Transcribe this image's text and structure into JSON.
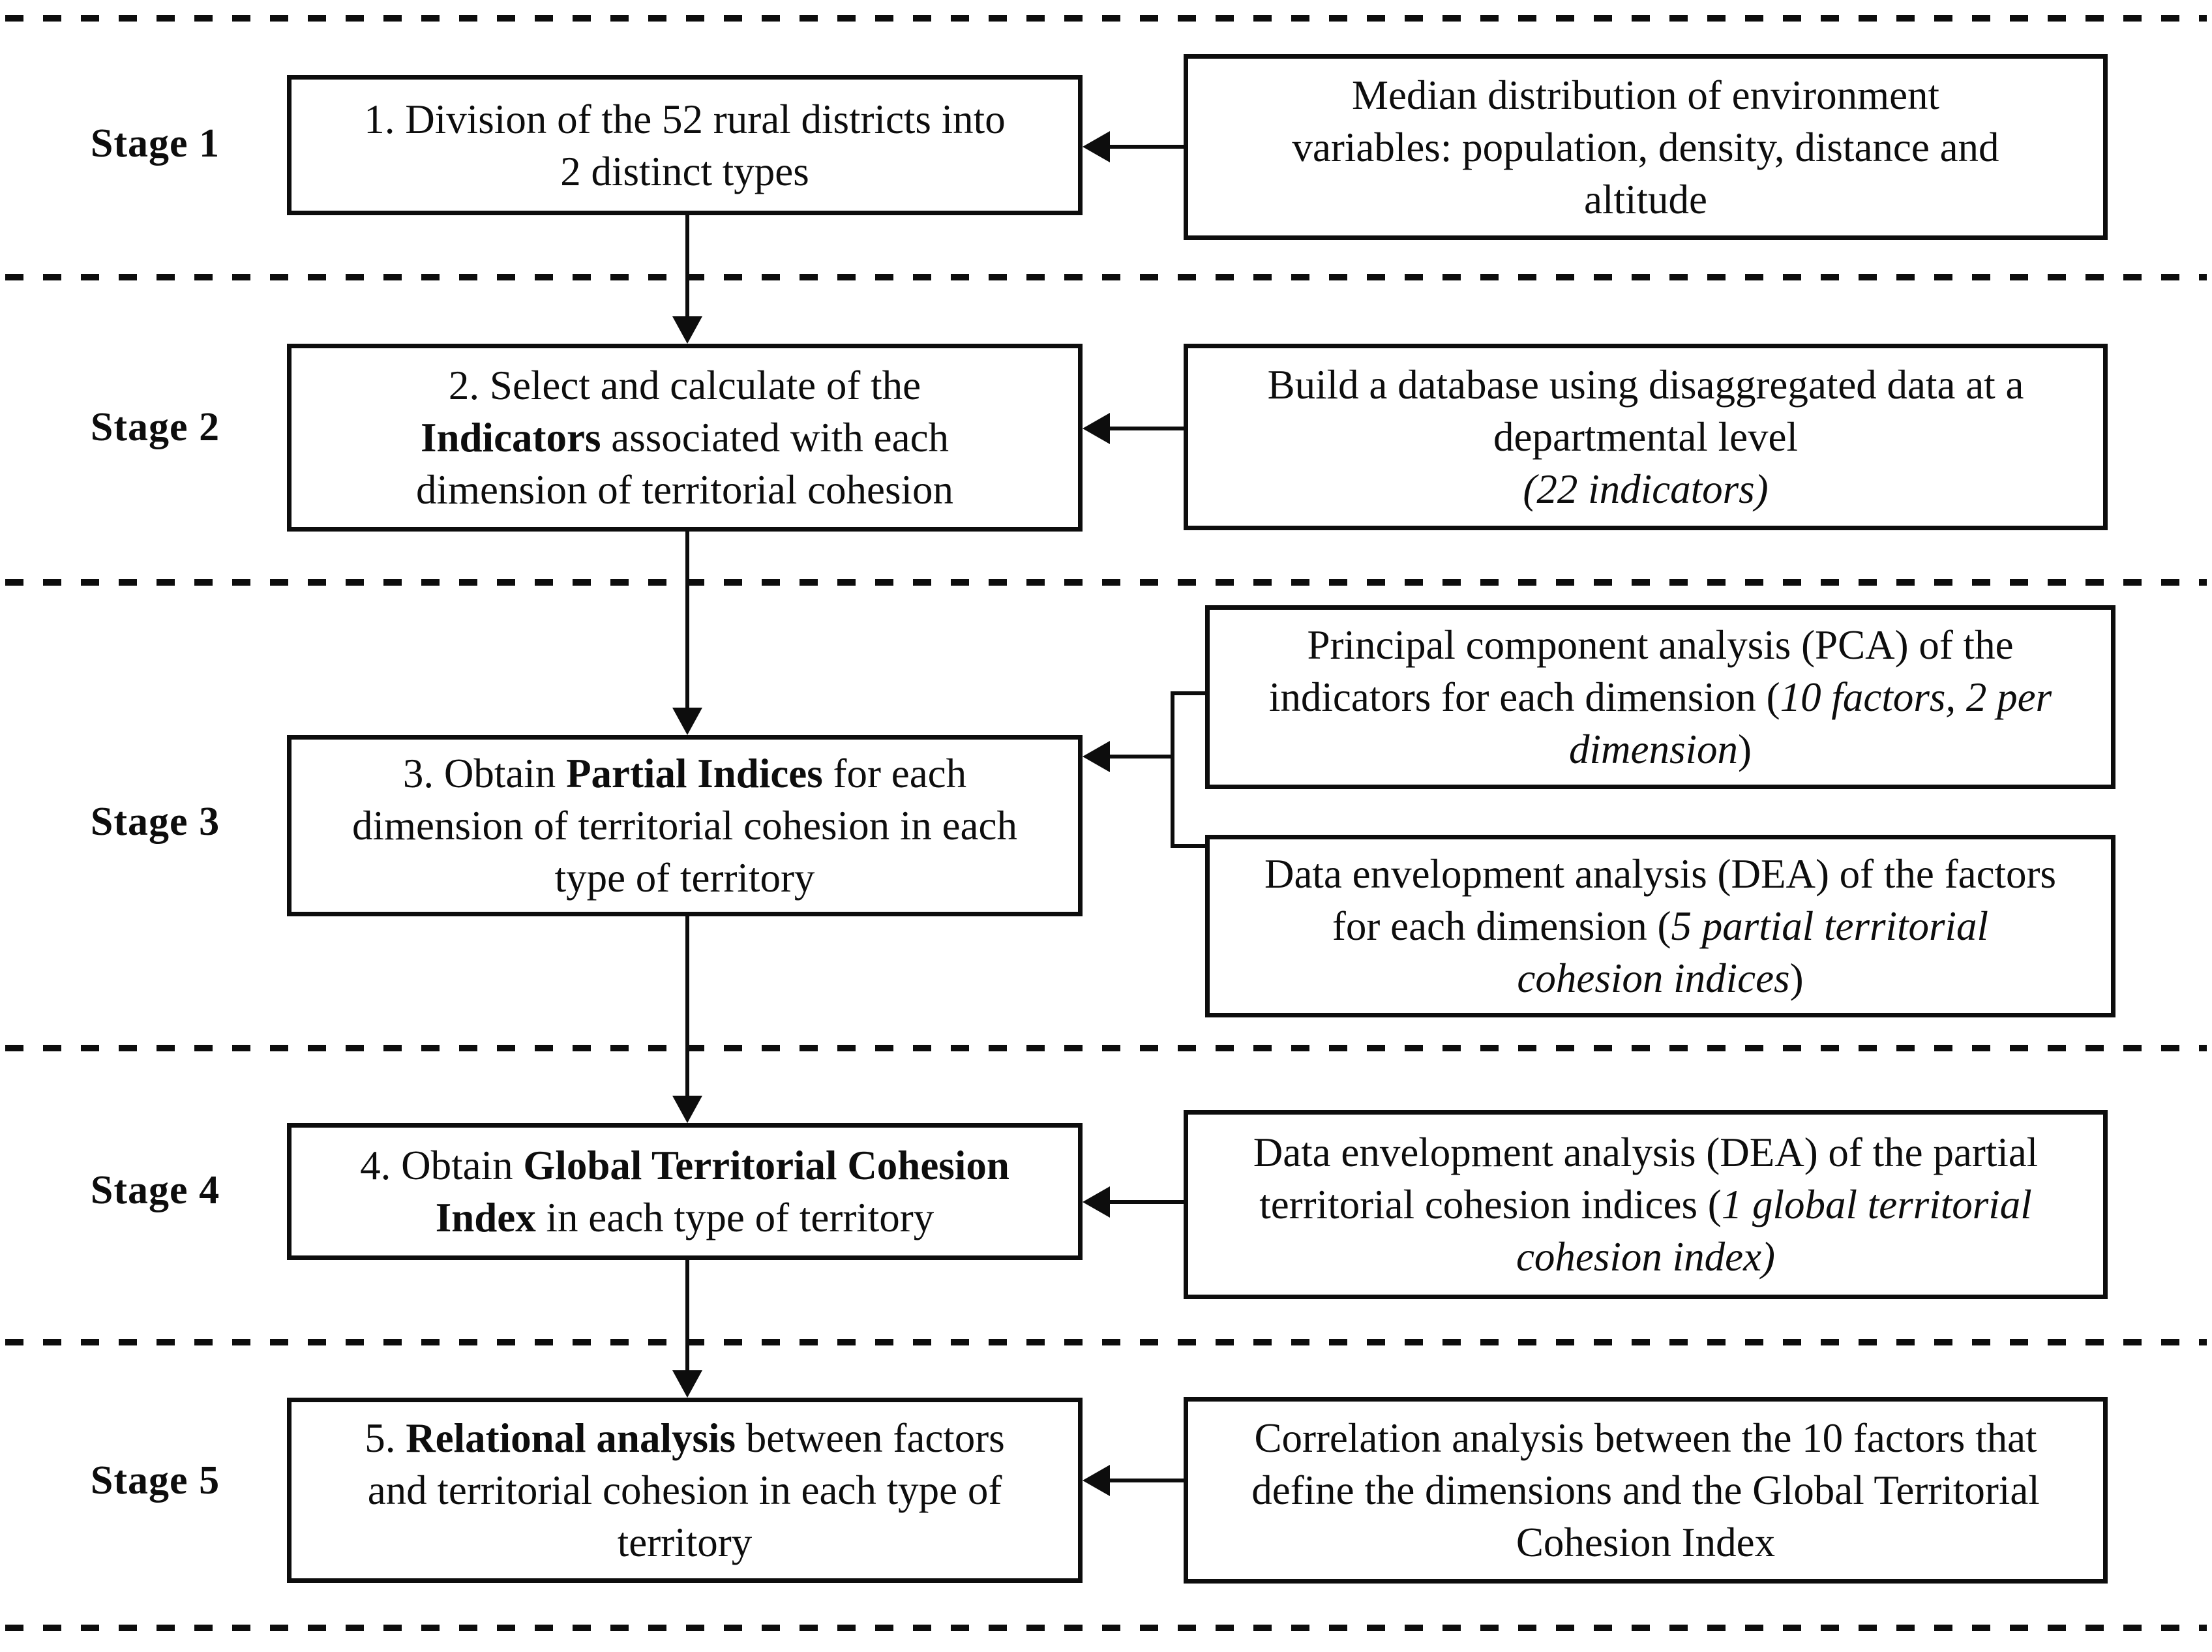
{
  "diagram": {
    "title": "Five-stage territorial cohesion methodology flowchart",
    "colors": {
      "ink": "#0d0d0d",
      "background": "#ffffff"
    },
    "stages": [
      {
        "label": "Stage 1",
        "main_box": {
          "lines": [
            [
              {
                "t": "1. Division of the 52 rural districts into"
              }
            ],
            [
              {
                "t": "2 distinct types"
              }
            ]
          ]
        },
        "right_boxes": [
          {
            "lines": [
              [
                {
                  "t": "Median distribution of environment"
                }
              ],
              [
                {
                  "t": "variables: population, density, distance and"
                }
              ],
              [
                {
                  "t": "altitude"
                }
              ]
            ]
          }
        ]
      },
      {
        "label": "Stage 2",
        "main_box": {
          "lines": [
            [
              {
                "t": "2. Select and calculate of the"
              }
            ],
            [
              {
                "t": "Indicators",
                "b": true
              },
              {
                "t": " associated with each"
              }
            ],
            [
              {
                "t": "dimension of territorial cohesion"
              }
            ]
          ]
        },
        "right_boxes": [
          {
            "lines": [
              [
                {
                  "t": "Build a database using disaggregated data at a"
                }
              ],
              [
                {
                  "t": "departmental level"
                }
              ],
              [
                {
                  "t": "(22 indicators)",
                  "i": true
                }
              ]
            ]
          }
        ]
      },
      {
        "label": "Stage 3",
        "main_box": {
          "lines": [
            [
              {
                "t": "3. Obtain "
              },
              {
                "t": "Partial Indices",
                "b": true
              },
              {
                "t": " for each"
              }
            ],
            [
              {
                "t": "dimension of territorial cohesion in each"
              }
            ],
            [
              {
                "t": "type of territory"
              }
            ]
          ]
        },
        "right_boxes": [
          {
            "lines": [
              [
                {
                  "t": "Principal component analysis (PCA) of the"
                }
              ],
              [
                {
                  "t": "indicators for each dimension ("
                },
                {
                  "t": "10 factors, 2 per",
                  "i": true
                }
              ],
              [
                {
                  "t": "dimension",
                  "i": true
                },
                {
                  "t": ")"
                }
              ]
            ]
          },
          {
            "lines": [
              [
                {
                  "t": "Data envelopment analysis (DEA) of the factors"
                }
              ],
              [
                {
                  "t": "for each dimension ("
                },
                {
                  "t": "5 partial territorial",
                  "i": true
                }
              ],
              [
                {
                  "t": "cohesion indices",
                  "i": true
                },
                {
                  "t": ")"
                }
              ]
            ]
          }
        ]
      },
      {
        "label": "Stage 4",
        "main_box": {
          "lines": [
            [
              {
                "t": "4. Obtain "
              },
              {
                "t": "Global Territorial Cohesion",
                "b": true
              }
            ],
            [
              {
                "t": "Index",
                "b": true
              },
              {
                "t": " in each type of territory"
              }
            ]
          ]
        },
        "right_boxes": [
          {
            "lines": [
              [
                {
                  "t": "Data envelopment analysis (DEA) of the partial"
                }
              ],
              [
                {
                  "t": "territorial cohesion indices ("
                },
                {
                  "t": "1 global territorial",
                  "i": true
                }
              ],
              [
                {
                  "t": "cohesion index)",
                  "i": true
                }
              ]
            ]
          }
        ]
      },
      {
        "label": "Stage 5",
        "main_box": {
          "lines": [
            [
              {
                "t": "5. "
              },
              {
                "t": "Relational analysis",
                "b": true
              },
              {
                "t": " between factors"
              }
            ],
            [
              {
                "t": "and territorial cohesion in each type of"
              }
            ],
            [
              {
                "t": "territory"
              }
            ]
          ]
        },
        "right_boxes": [
          {
            "lines": [
              [
                {
                  "t": "Correlation analysis between the 10 factors that"
                }
              ],
              [
                {
                  "t": "define the dimensions and the Global Territorial"
                }
              ],
              [
                {
                  "t": "Cohesion Index"
                }
              ]
            ]
          }
        ]
      }
    ]
  }
}
